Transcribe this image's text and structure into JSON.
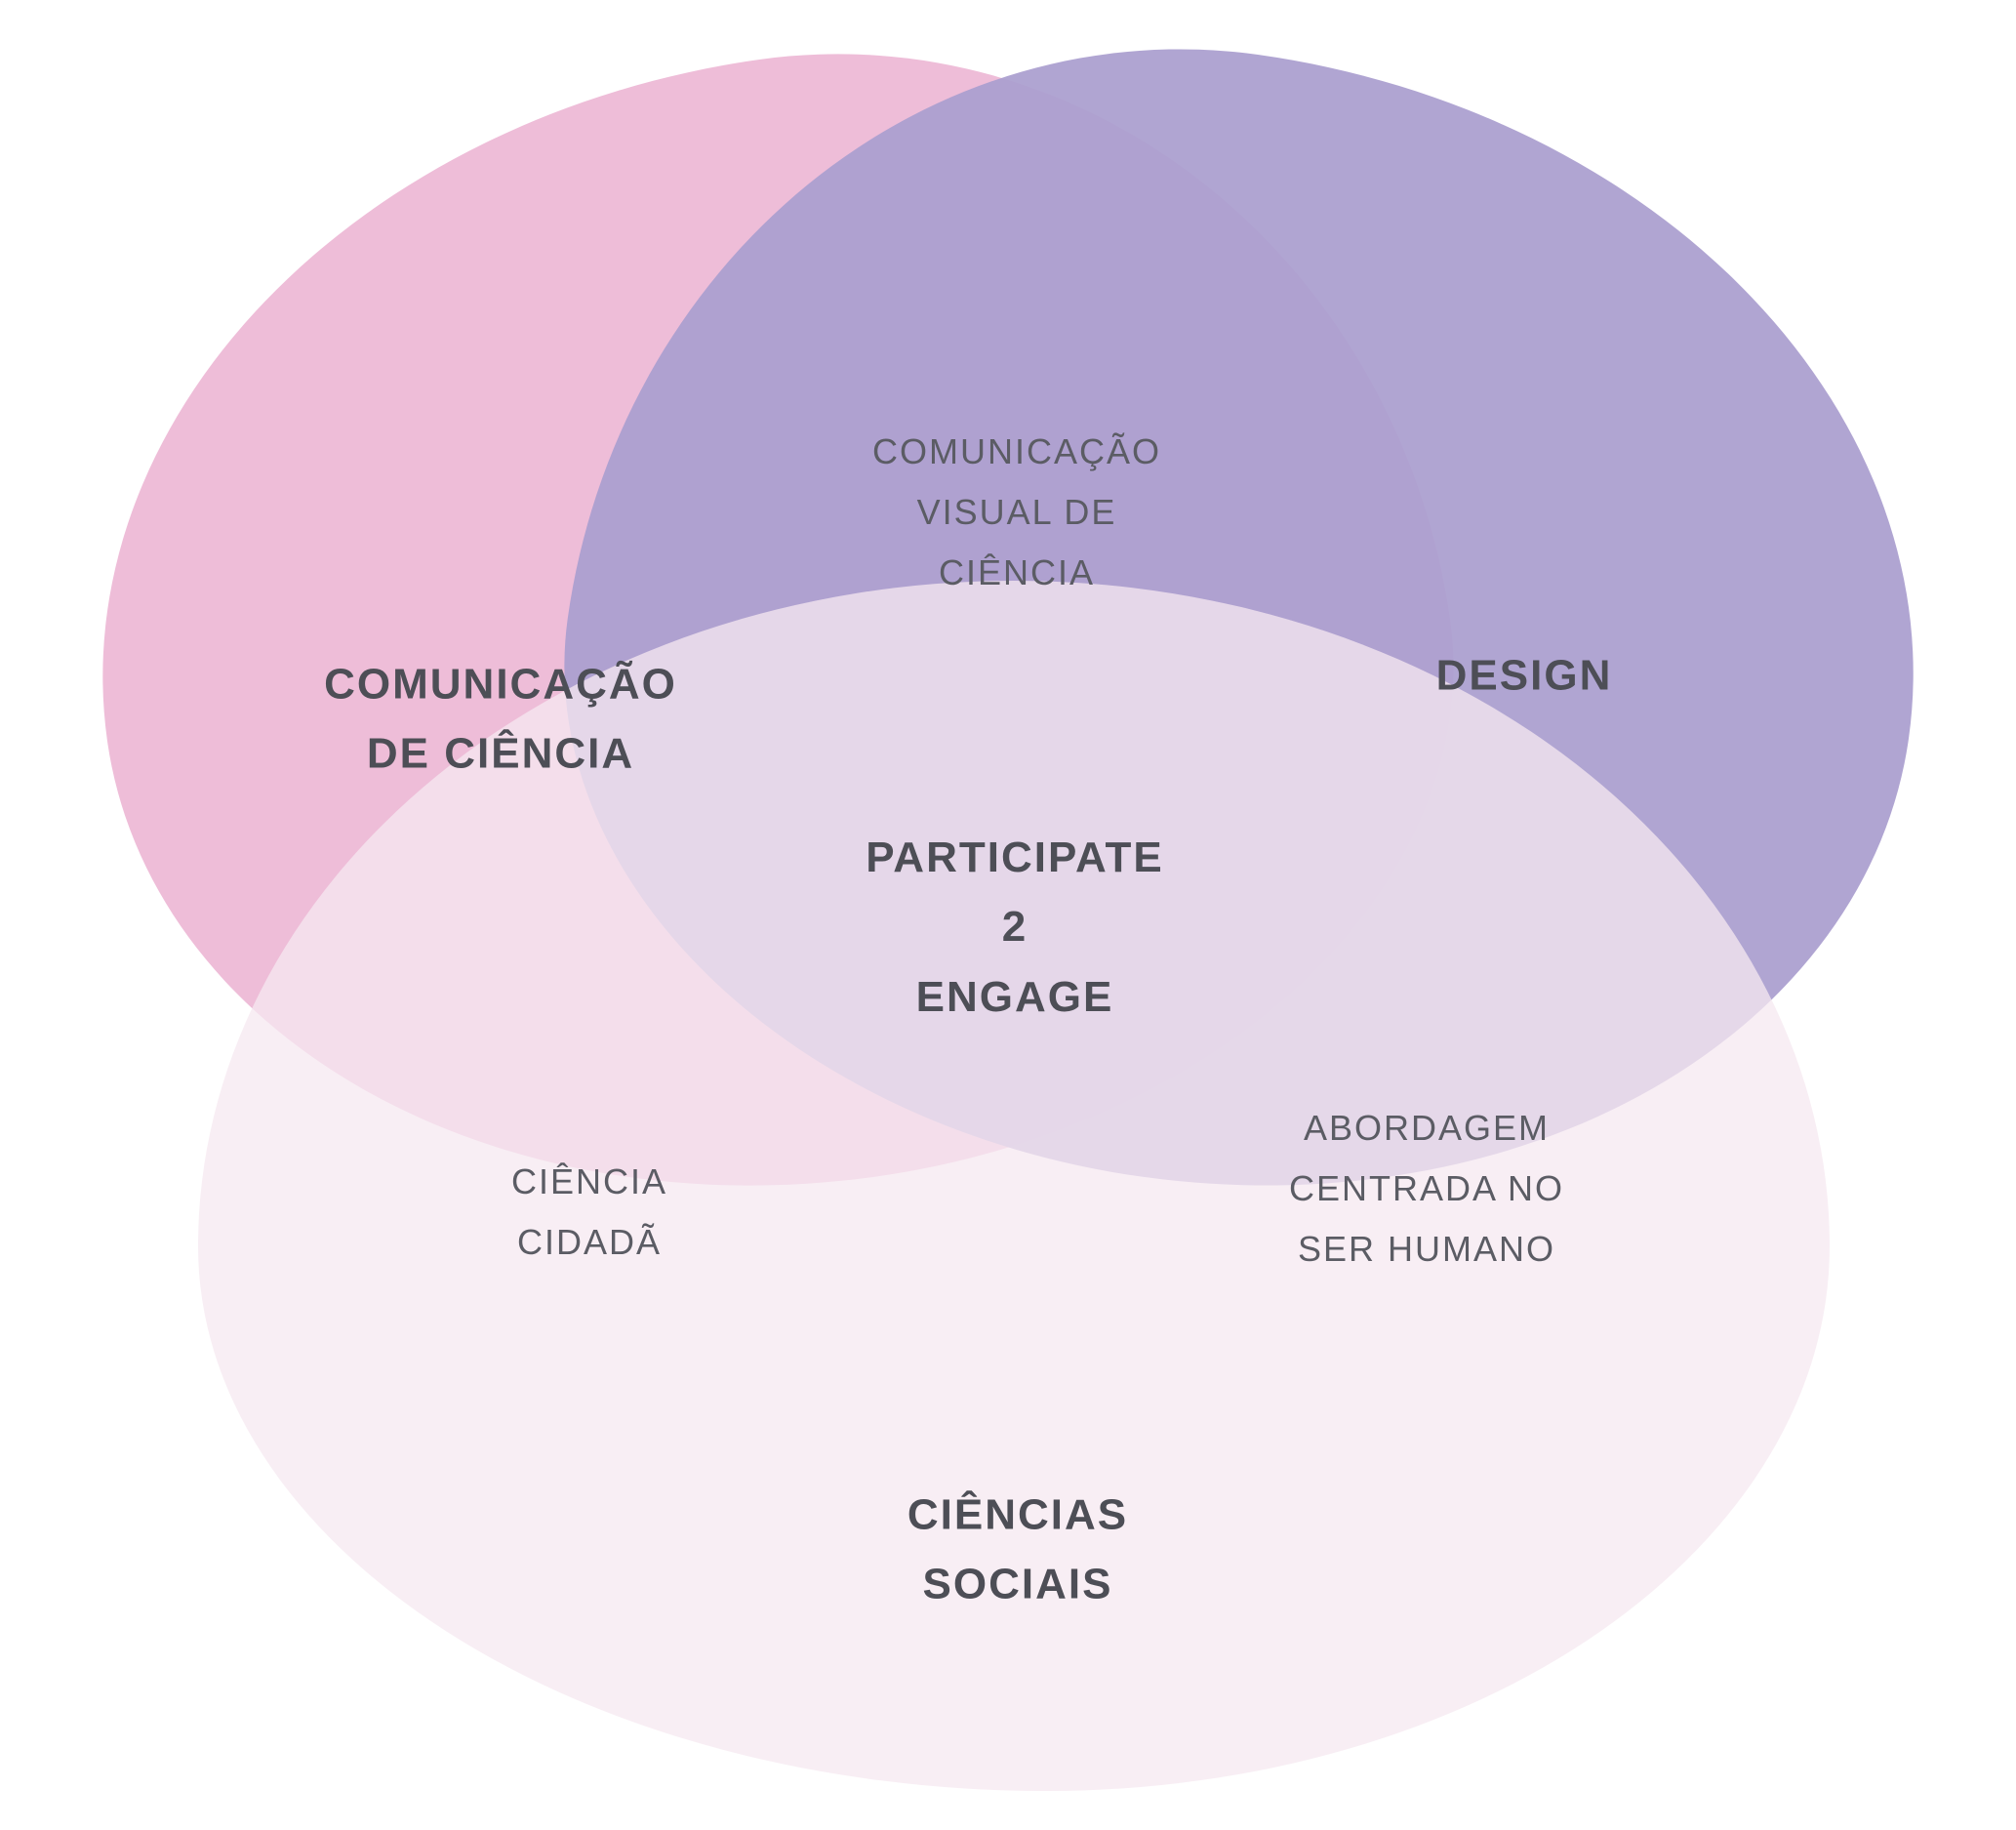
{
  "diagram": {
    "type": "venn",
    "colors": {
      "science_communication_fill": "#eebdd8",
      "design_fill": "#aa9ecf",
      "social_sciences_fill": "#f6e8f1",
      "label_dark": "#4d4e56",
      "label_regular": "#5b5c64",
      "background": "#ffffff"
    },
    "circles": {
      "science_communication": {
        "label": "COMUNICAÇÃO\nDE CIÊNCIA"
      },
      "design": {
        "label": "DESIGN"
      },
      "social_sciences": {
        "label": "CIÊNCIAS\nSOCIAIS"
      }
    },
    "intersections": {
      "visual_science_communication": {
        "label": "COMUNICAÇÃO\nVISUAL DE\nCIÊNCIA"
      },
      "citizen_science": {
        "label": "CIÊNCIA\nCIDADÃ"
      },
      "human_centered_approach": {
        "label": "ABORDAGEM\nCENTRADA NO\nSER HUMANO"
      },
      "center": {
        "label": "PARTICIPATE\n2\nENGAGE"
      }
    }
  }
}
